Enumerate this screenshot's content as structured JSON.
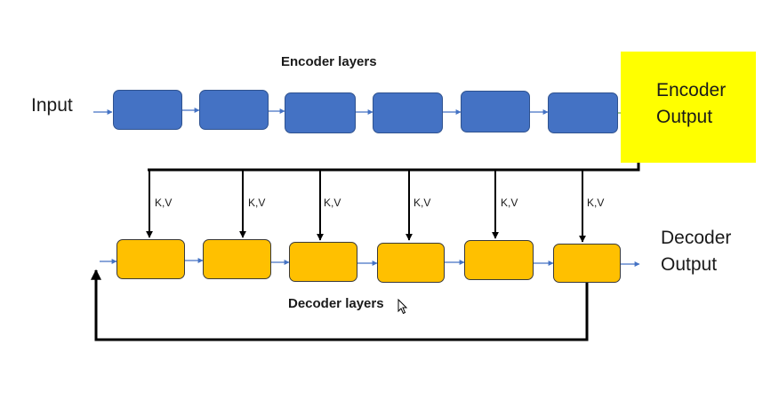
{
  "encoder": {
    "title": "Encoder layers",
    "input_label": "Input",
    "output_label_line1": "Encoder",
    "output_label_line2": "Output",
    "layer_count": 6,
    "box_color": "#4472C4",
    "output_color": "#FFFF00"
  },
  "decoder": {
    "title": "Decoder layers",
    "output_label_line1": "Decoder",
    "output_label_line2": "Output",
    "layer_count": 6,
    "box_color": "#FFC000",
    "kv_labels": [
      "K,V",
      "K,V",
      "K,V",
      "K,V",
      "K,V",
      "K,V"
    ]
  },
  "colors": {
    "arrow_blue": "#4472C4",
    "arrow_green": "#70AD47",
    "line_black": "#000000"
  },
  "icons": [
    "mouse-cursor-icon"
  ]
}
